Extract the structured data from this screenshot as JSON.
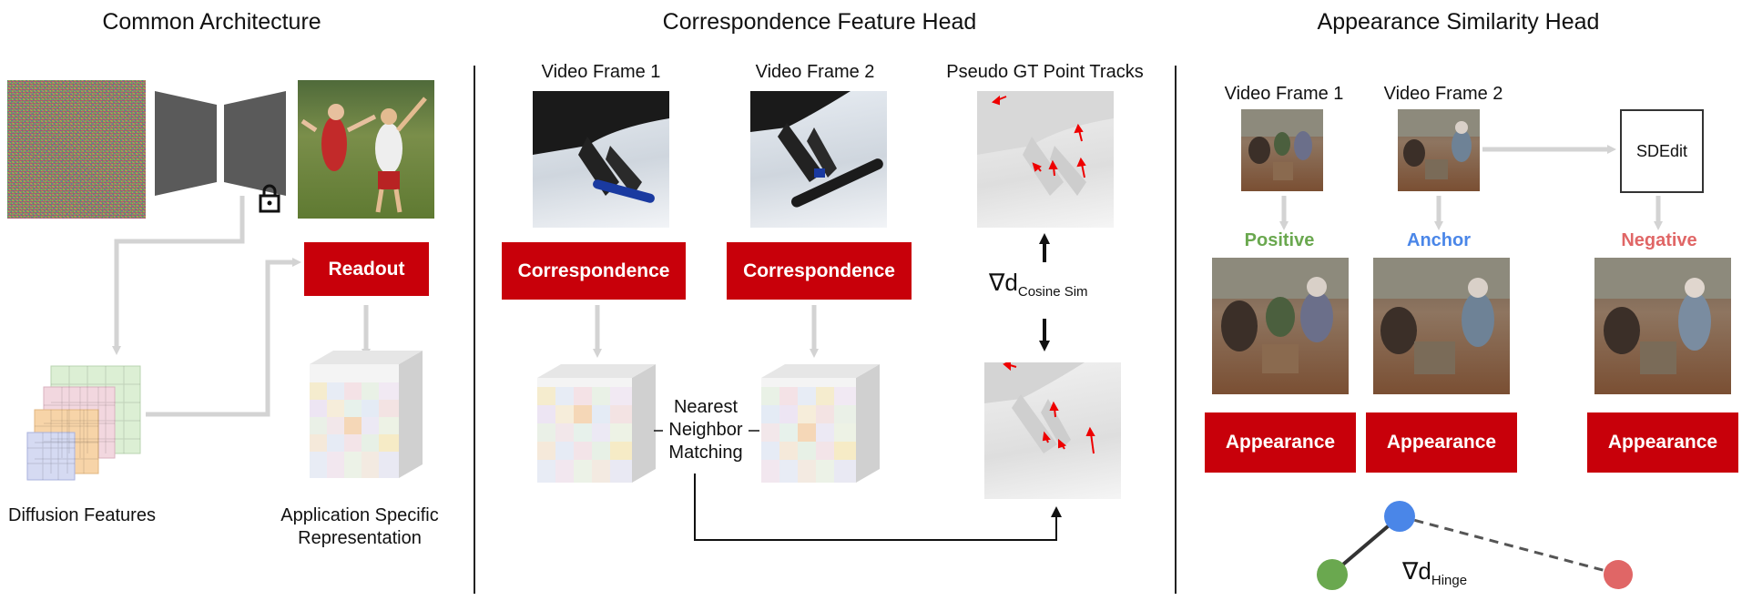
{
  "sections": {
    "common": {
      "title": "Common Architecture"
    },
    "correspondence": {
      "title": "Correspondence Feature Head"
    },
    "appearance": {
      "title": "Appearance Similarity Head"
    }
  },
  "common": {
    "readout_label": "Readout",
    "diffusion_features_label": "Diffusion Features",
    "app_specific_line1": "Application Specific",
    "app_specific_line2": "Representation"
  },
  "correspondence": {
    "frame1_label": "Video Frame 1",
    "frame2_label": "Video Frame 2",
    "pseudo_gt_label": "Pseudo GT Point Tracks",
    "corr_box1": "Correspondence",
    "corr_box2": "Correspondence",
    "nn_line1": "Nearest",
    "nn_line2": "Neighbor",
    "nn_line3": "Matching",
    "grad_symbol": "∇d",
    "grad_subscript": "Cosine Sim"
  },
  "appearance": {
    "frame1_label": "Video Frame 1",
    "frame2_label": "Video Frame 2",
    "sdedit_label": "SDEdit",
    "positive_label": "Positive",
    "anchor_label": "Anchor",
    "negative_label": "Negative",
    "appearance_box1": "Appearance",
    "appearance_box2": "Appearance",
    "appearance_box3": "Appearance",
    "grad_symbol": "∇d",
    "grad_subscript": "Hinge"
  },
  "colors": {
    "red_box": "#c8000a",
    "positive": "#6aa84f",
    "anchor": "#4a86e8",
    "negative": "#e06666",
    "arrow_gray": "#d3d3d3"
  }
}
